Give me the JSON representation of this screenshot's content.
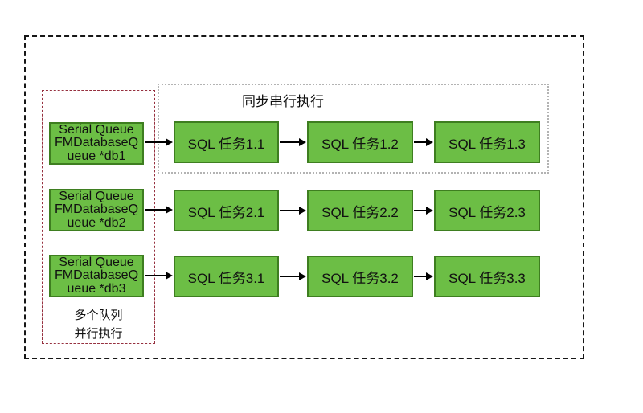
{
  "serial_group": {
    "title": "同步串行执行"
  },
  "parallel_group": {
    "caption_line1": "多个队列",
    "caption_line2": "并行执行"
  },
  "queues": [
    {
      "lines": [
        "Serial Queue",
        "FMDatabaseQ",
        "ueue *db1"
      ]
    },
    {
      "lines": [
        "Serial Queue",
        "FMDatabaseQ",
        "ueue *db2"
      ]
    },
    {
      "lines": [
        "Serial Queue",
        "FMDatabaseQ",
        "ueue *db3"
      ]
    }
  ],
  "tasks": [
    [
      "SQL 任务1.1",
      "SQL 任务1.2",
      "SQL 任务1.3"
    ],
    [
      "SQL 任务2.1",
      "SQL 任务2.2",
      "SQL 任务2.3"
    ],
    [
      "SQL 任务3.1",
      "SQL 任务3.2",
      "SQL 任务3.3"
    ]
  ],
  "colors": {
    "node_fill": "#6cbe45",
    "node_border": "#3e7e20",
    "outer_border": "#161616",
    "parallel_border": "#96303f",
    "serial_border": "#b3b3b3",
    "arrow": "#000000"
  }
}
